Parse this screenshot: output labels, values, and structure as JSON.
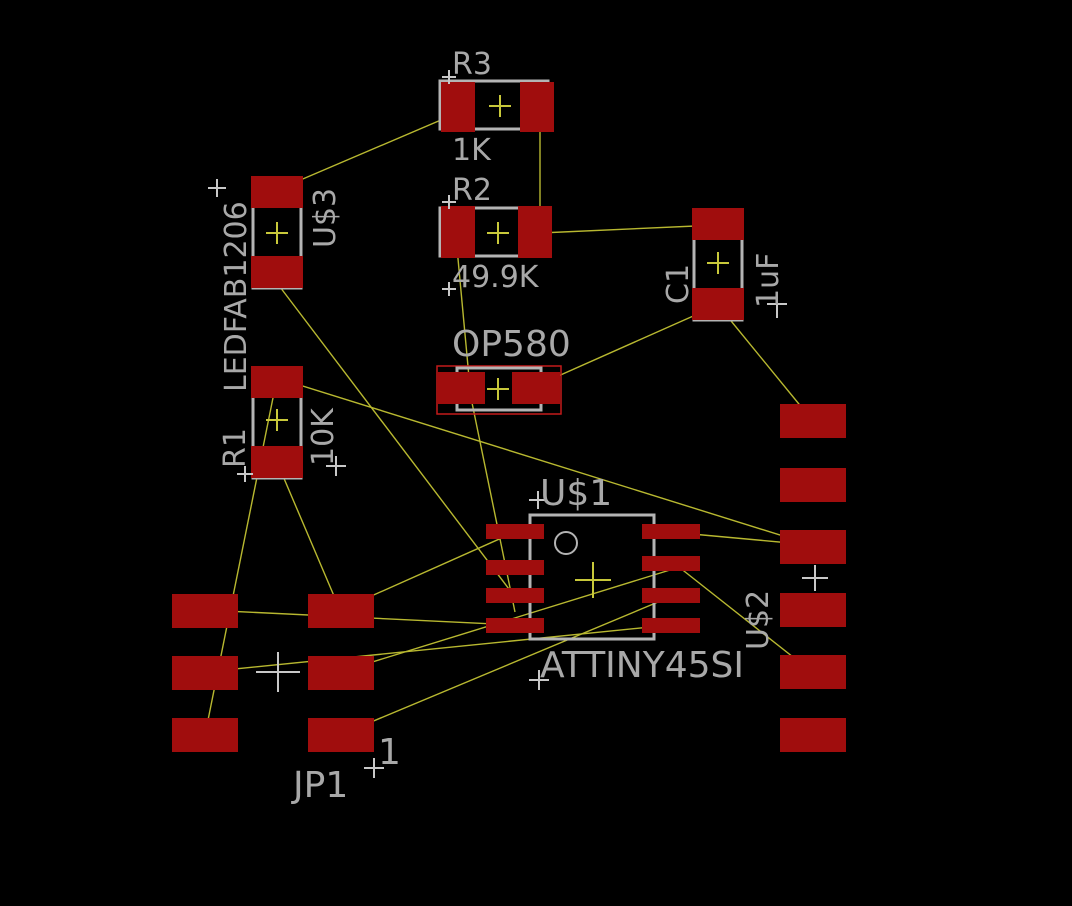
{
  "colors": {
    "background": "#000000",
    "pad": "#a00d0d",
    "silkscreen": "#b4b4b4",
    "ratsnest": "#b8b830",
    "outline_red": "#c41a1a"
  },
  "labels": {
    "r3_name": "R3",
    "r3_value": "1K",
    "r2_name": "R2",
    "r2_value": "49.9K",
    "us3_name": "U$3",
    "us3_value": "LEDFAB1206",
    "c1_name": "C1",
    "c1_value": "1uF",
    "op580_name": "OP580",
    "r1_name": "R1",
    "r1_value": "10K",
    "us1_name": "U$1",
    "us1_value": "ATTINY45SI",
    "us2_name": "U$2",
    "jp1_name": "JP1",
    "jp1_pin1": "1"
  }
}
